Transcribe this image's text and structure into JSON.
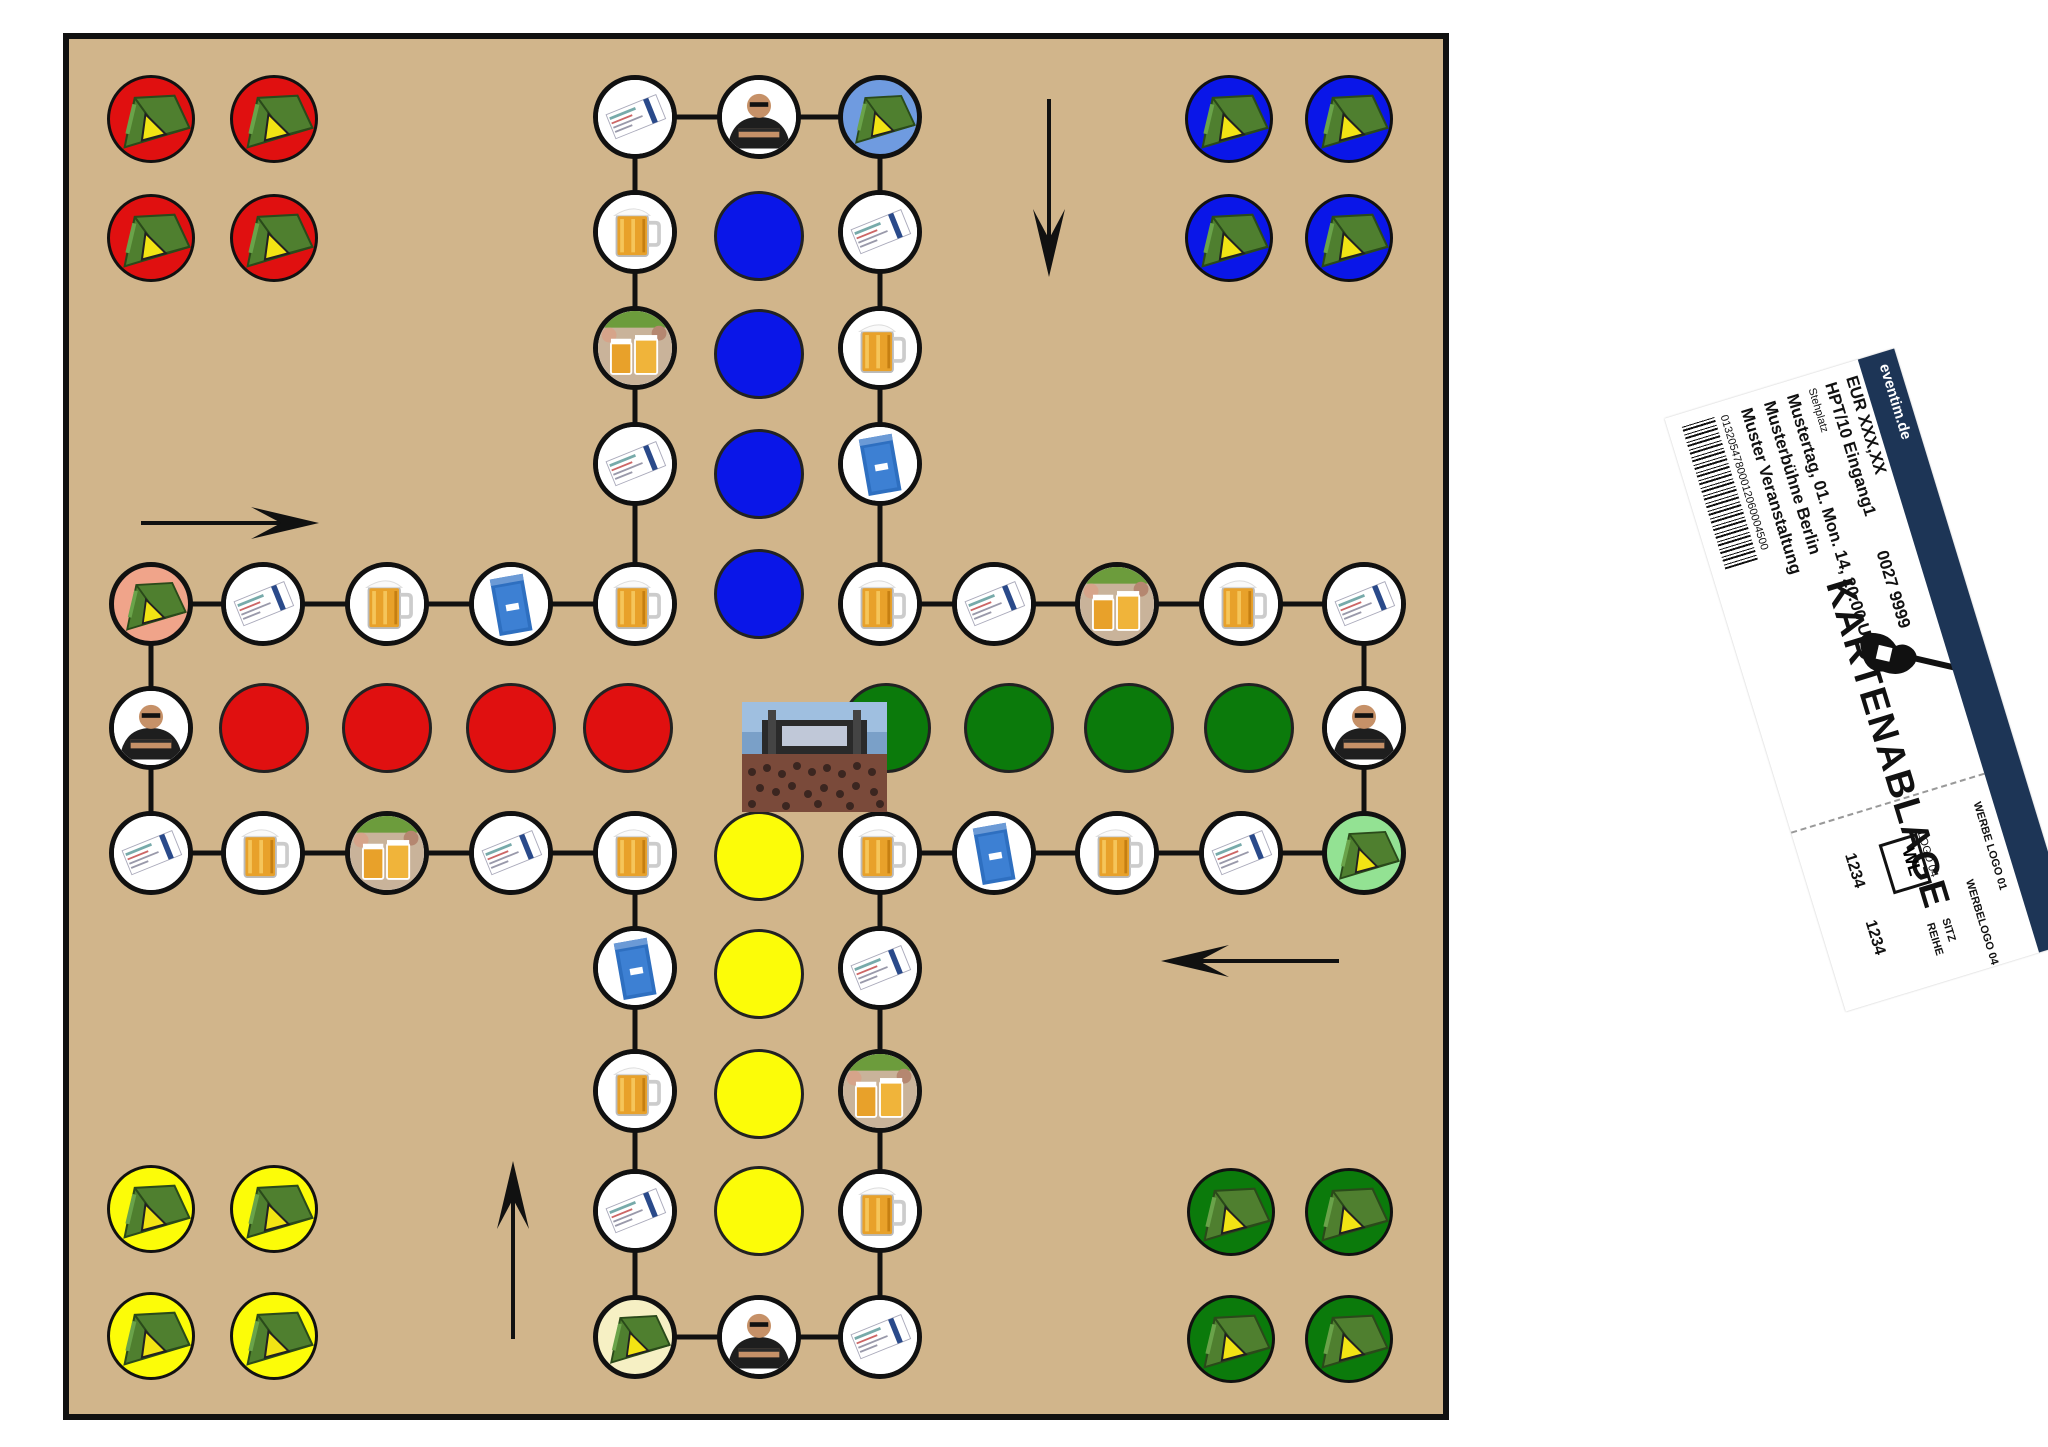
{
  "colors": {
    "board": "#d1b58b",
    "red": "#e01010",
    "blue": "#0a16e8",
    "green": "#0b7a0b",
    "yellow": "#fcfc08",
    "start_red": "#f0a48a",
    "start_blue": "#6f9be0",
    "start_green": "#93e293",
    "start_yellow": "#f6f0c4",
    "ticket_band": "#1d3556"
  },
  "legend_icons": [
    "ticket-icon",
    "beer-mug-icon",
    "beer-crowd-icon",
    "portable-toilet-icon",
    "bouncer-icon",
    "tent-icon"
  ],
  "ticket": {
    "brand": "eventim.de",
    "title": "KARTENABLAGE",
    "event": "Muster Veranstaltung",
    "venue": "Musterbühne Berlin",
    "date": "Mustertag, 01. Mon. 14, 20:00 Uhr",
    "section": "Stehplatz",
    "entrance": "HPT/10 Eingang1",
    "number": "0027 9999",
    "price": "EUR XXX,XX",
    "barcode_number": "01320547800012060004500",
    "stub_code": "1234",
    "stub_logo": "WL",
    "stub_logo_caption": "LOGO 04",
    "werbe_logo": "WERBE LOGO 01",
    "werbe_logo_2": "WERBELOGO 04",
    "row_label": "REIHE",
    "seat_label": "SITZ"
  }
}
